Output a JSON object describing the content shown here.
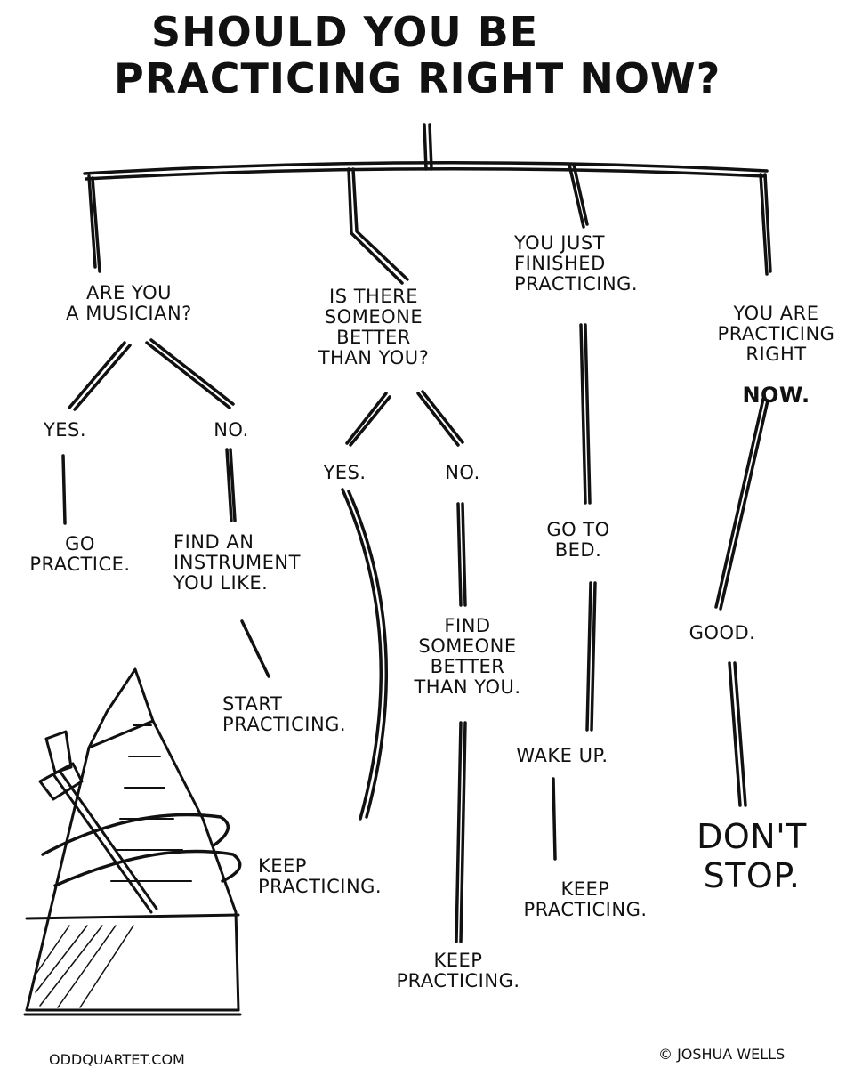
{
  "title": {
    "line1": "SHOULD YOU  BE",
    "line2": "PRACTICING RIGHT NOW?"
  },
  "branches": {
    "musician": {
      "question": "ARE YOU\nA MUSICIAN?",
      "yes": "YES.",
      "no": "NO.",
      "yes_result": "GO\nPRACTICE.",
      "no_result": "FIND AN\nINSTRUMENT\nYOU LIKE.",
      "no_result_next": "START\nPRACTICING."
    },
    "someone_better": {
      "question": "IS THERE\nSOMEONE\nBETTER\nTHAN YOU?",
      "yes": "YES.",
      "no": "NO.",
      "yes_result": "KEEP\nPRACTICING.",
      "no_result": "FIND\nSOMEONE\nBETTER\nTHAN YOU.",
      "no_result_next": "KEEP\nPRACTICING."
    },
    "just_finished": {
      "statement": "YOU JUST\nFINISHED\nPRACTICING.",
      "step1": "GO TO\nBED.",
      "step2": "WAKE UP.",
      "step3": "KEEP\nPRACTICING."
    },
    "practicing_now": {
      "statement_prefix": "YOU ARE\nPRACTICING\nRIGHT",
      "statement_emphasis": "NOW.",
      "step1": "GOOD.",
      "step2": "DON'T\nSTOP."
    }
  },
  "credits": {
    "left": "ODDQUARTET.COM",
    "right": "© JOSHUA WELLS"
  },
  "colors": {
    "ink": "#111111",
    "background": "#ffffff"
  },
  "illustration": "metronome-icon"
}
